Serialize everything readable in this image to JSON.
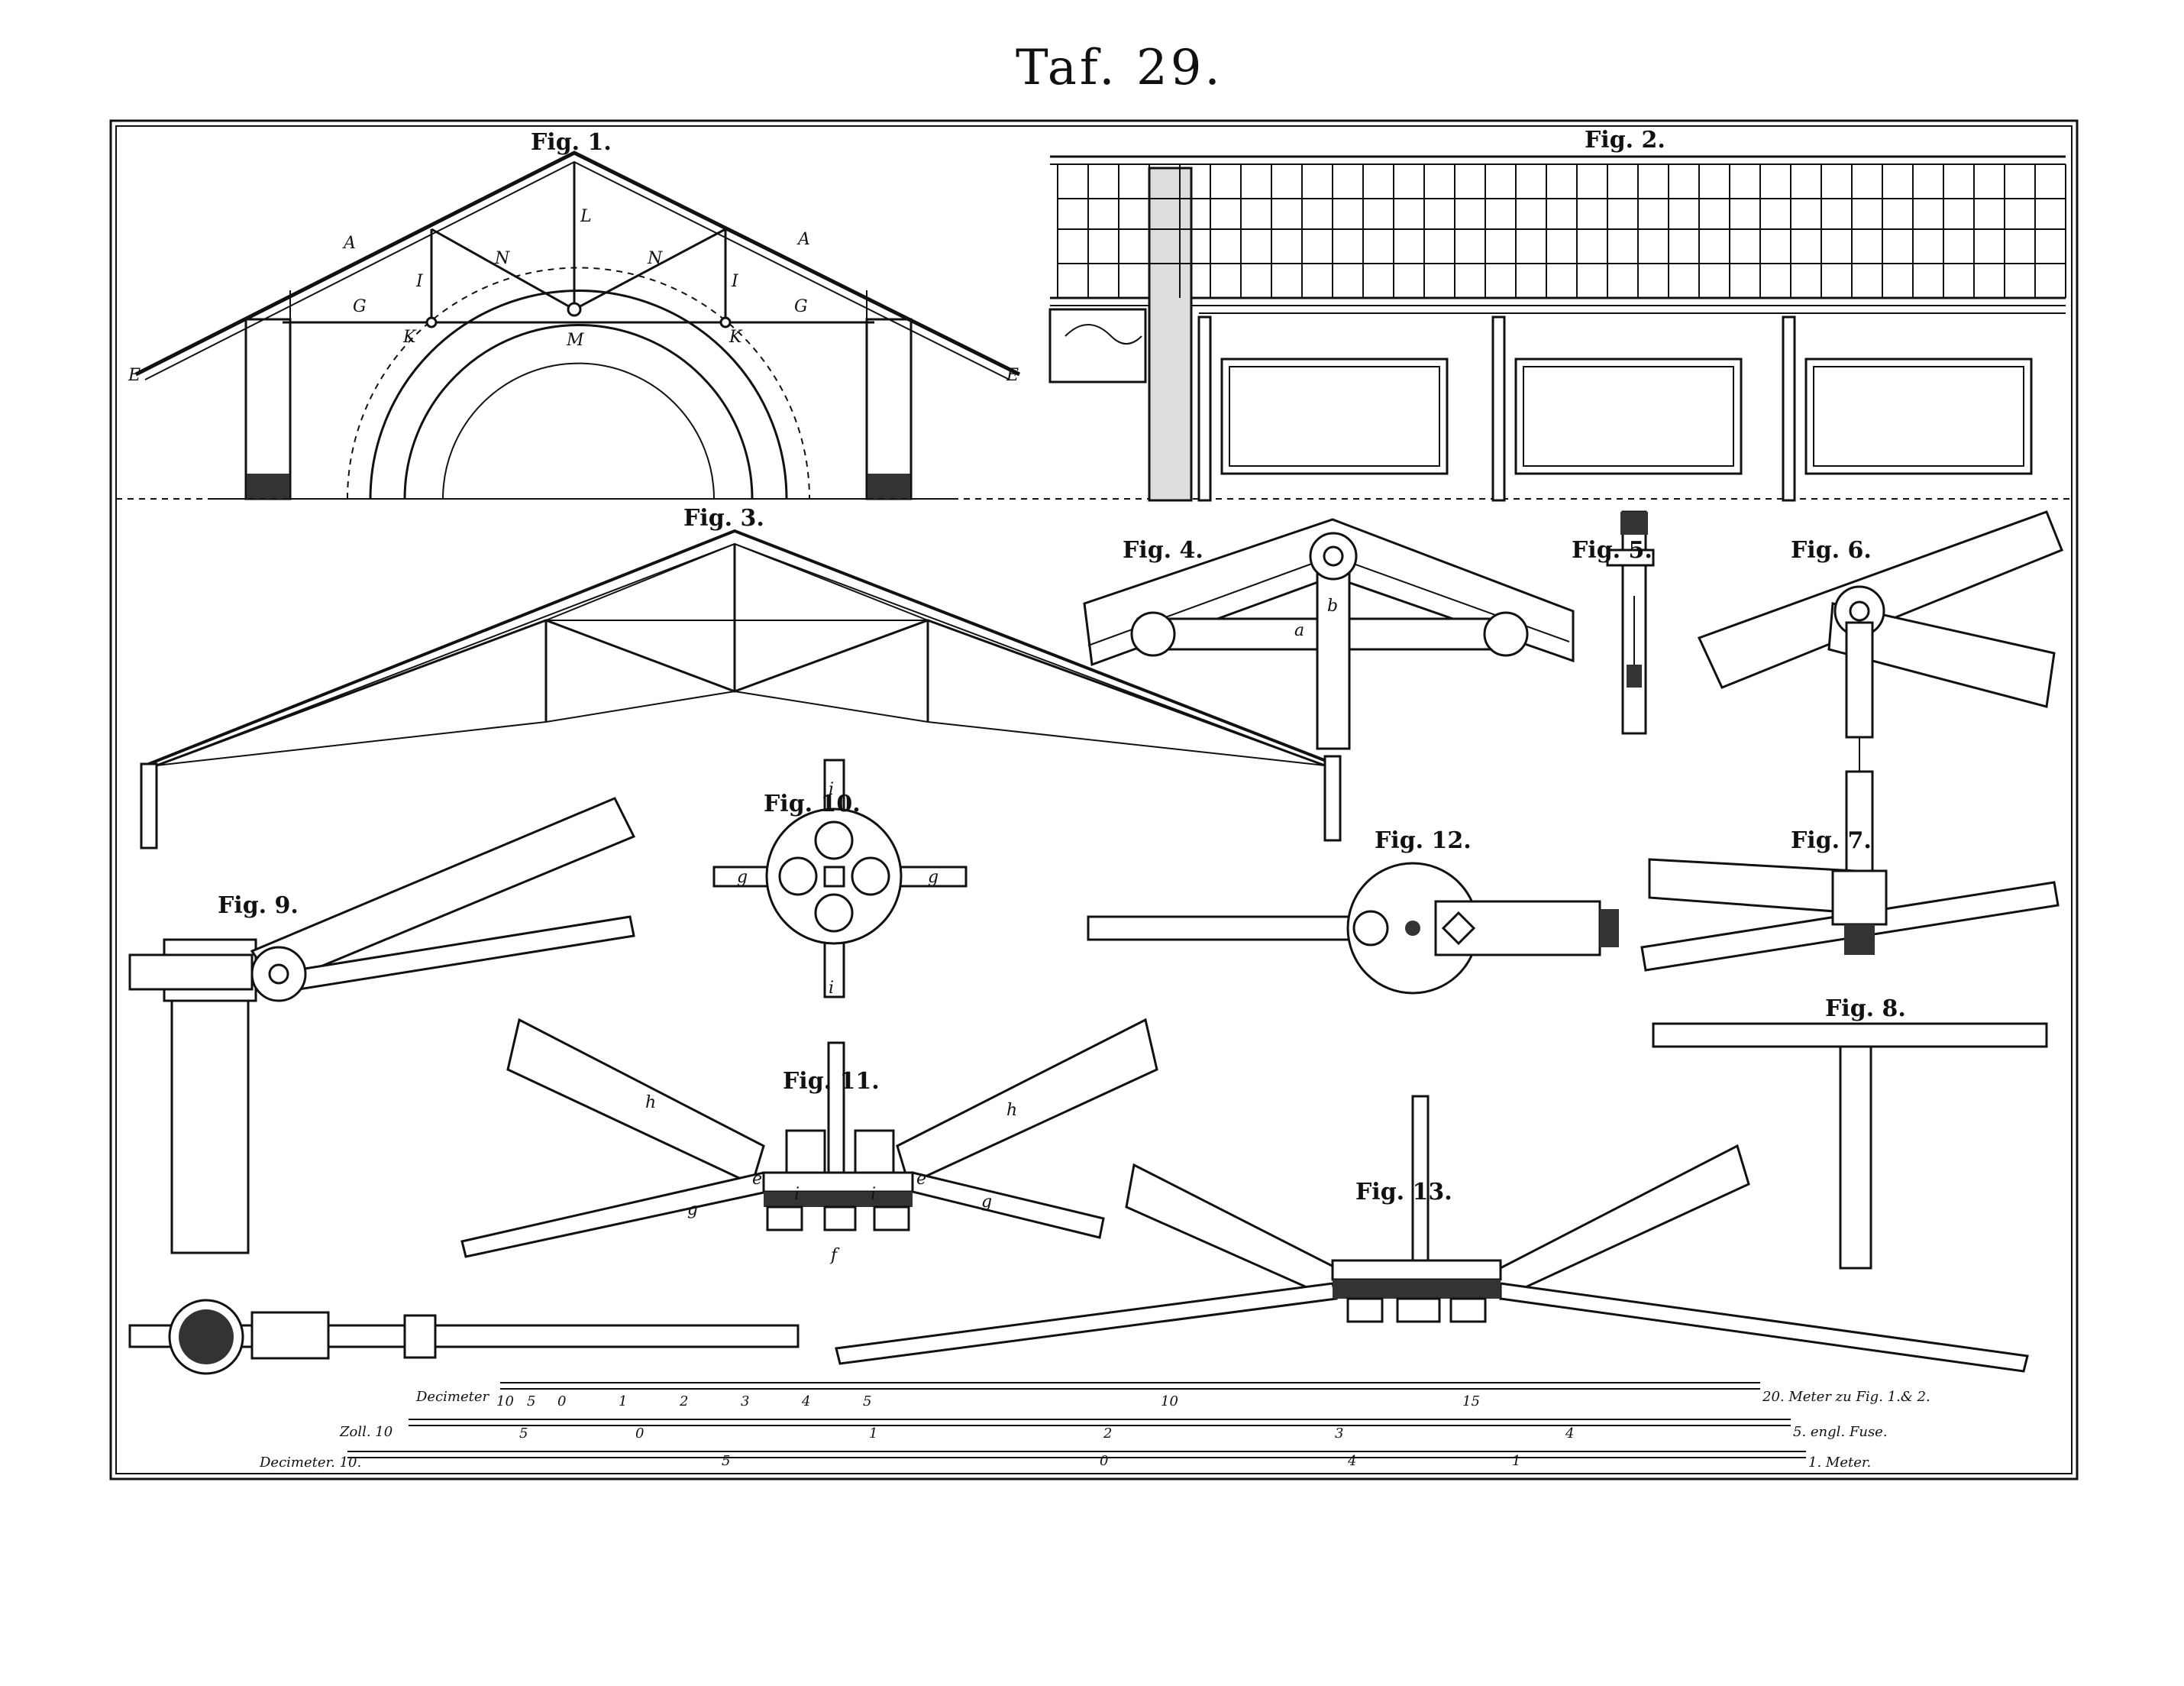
{
  "plate": {
    "title": "Taf. 29."
  },
  "figures": {
    "fig1": "Fig. 1.",
    "fig2": "Fig. 2.",
    "fig3": "Fig. 3.",
    "fig4": "Fig. 4.",
    "fig5": "Fig. 5.",
    "fig6": "Fig. 6.",
    "fig7": "Fig. 7.",
    "fig8": "Fig. 8.",
    "fig9": "Fig. 9.",
    "fig10": "Fig. 10.",
    "fig11": "Fig. 11.",
    "fig12": "Fig. 12.",
    "fig13": "Fig. 13."
  },
  "fig1_letters": [
    "A",
    "A",
    "L",
    "N",
    "N",
    "I",
    "I",
    "G",
    "G",
    "K",
    "K",
    "M",
    "E",
    "E"
  ],
  "fig4_letters": [
    "a",
    "b"
  ],
  "fig10_letters": [
    "i",
    "i",
    "g",
    "g"
  ],
  "fig11_letters": [
    "h",
    "h",
    "g",
    "g",
    "e",
    "e",
    "i",
    "i",
    "f"
  ],
  "scales": {
    "scale1_label": "Decimeter",
    "scale1_end": "20. Meter zu Fig. 1.& 2.",
    "scale1_ticks": [
      "10",
      "5",
      "0",
      "1",
      "2",
      "3",
      "4",
      "5",
      "10",
      "15"
    ],
    "scale2_label": "Zoll. 10",
    "scale2_end": "5. engl. Fuse.",
    "scale2_ticks": [
      "5",
      "0",
      "1",
      "2",
      "3",
      "4"
    ],
    "scale3_label": "Decimeter. 10.",
    "scale3_end": "1. Meter.",
    "scale3_ticks": [
      "5",
      "0",
      "4",
      "1"
    ]
  }
}
